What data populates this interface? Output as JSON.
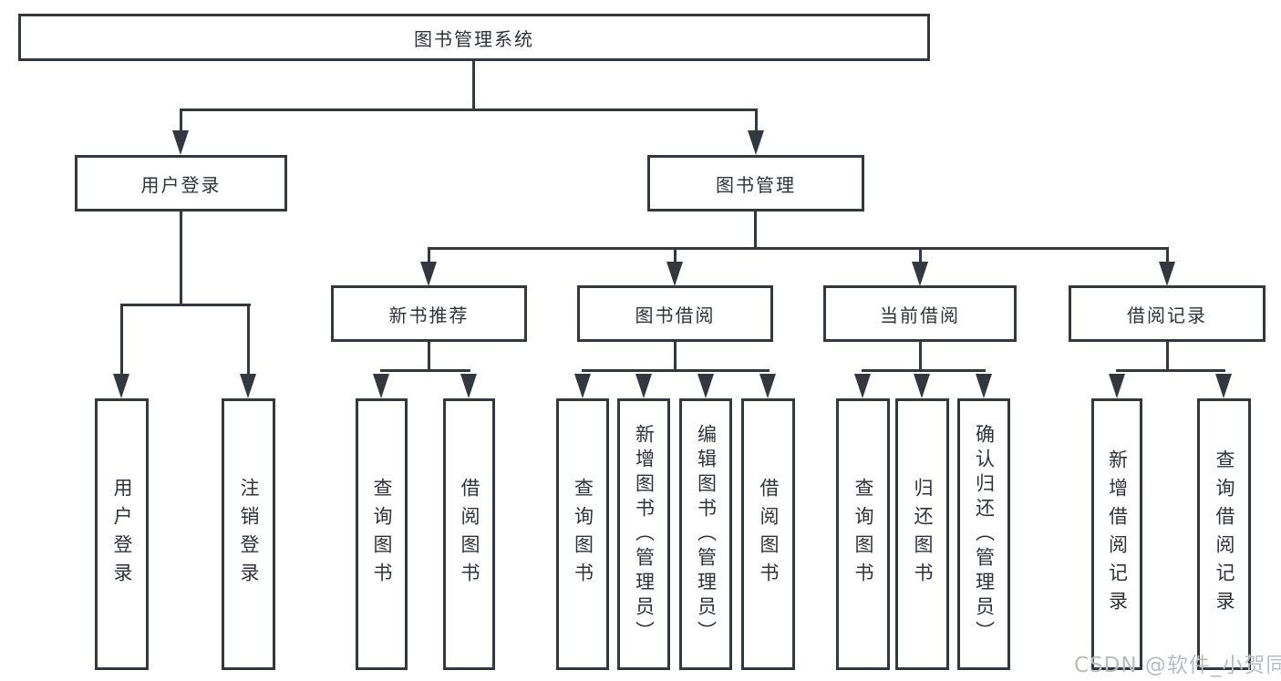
{
  "diagram": {
    "root": {
      "label": "图书管理系统"
    },
    "level2": [
      {
        "label": "用户登录"
      },
      {
        "label": "图书管理"
      }
    ],
    "level3": [
      {
        "label": "新书推荐"
      },
      {
        "label": "图书借阅"
      },
      {
        "label": "当前借阅"
      },
      {
        "label": "借阅记录"
      }
    ],
    "leaves": {
      "user_login": [
        {
          "label": "用户登录"
        },
        {
          "label": "注销登录"
        }
      ],
      "new_books": [
        {
          "label": "查询图书"
        },
        {
          "label": "借阅图书"
        }
      ],
      "book_borrow": [
        {
          "label": "查询图书"
        },
        {
          "label": "新增图书（管理员）"
        },
        {
          "label": "编辑图书（管理员）"
        },
        {
          "label": "借阅图书"
        }
      ],
      "current_borrow": [
        {
          "label": "查询图书"
        },
        {
          "label": "归还图书"
        },
        {
          "label": "确认归还（管理员）"
        }
      ],
      "borrow_records": [
        {
          "label": "新增借阅记录"
        },
        {
          "label": "查询借阅记录"
        }
      ]
    },
    "colors": {
      "line": "#34383e",
      "text": "#2f3338",
      "background": "#ffffff",
      "watermark": "#b9bcbf"
    },
    "watermark": "CSDN @软件_小贺同学"
  }
}
